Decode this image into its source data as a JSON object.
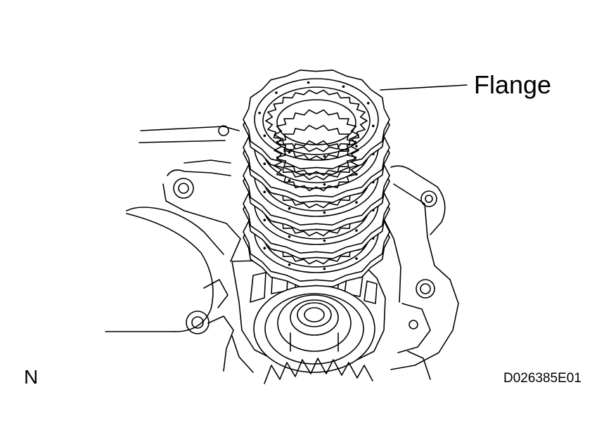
{
  "diagram": {
    "callout_label": "Flange",
    "view_label": "N",
    "figure_code": "D026385E01",
    "colors": {
      "line": "#000000",
      "background": "#ffffff"
    },
    "plate_count": 5
  }
}
